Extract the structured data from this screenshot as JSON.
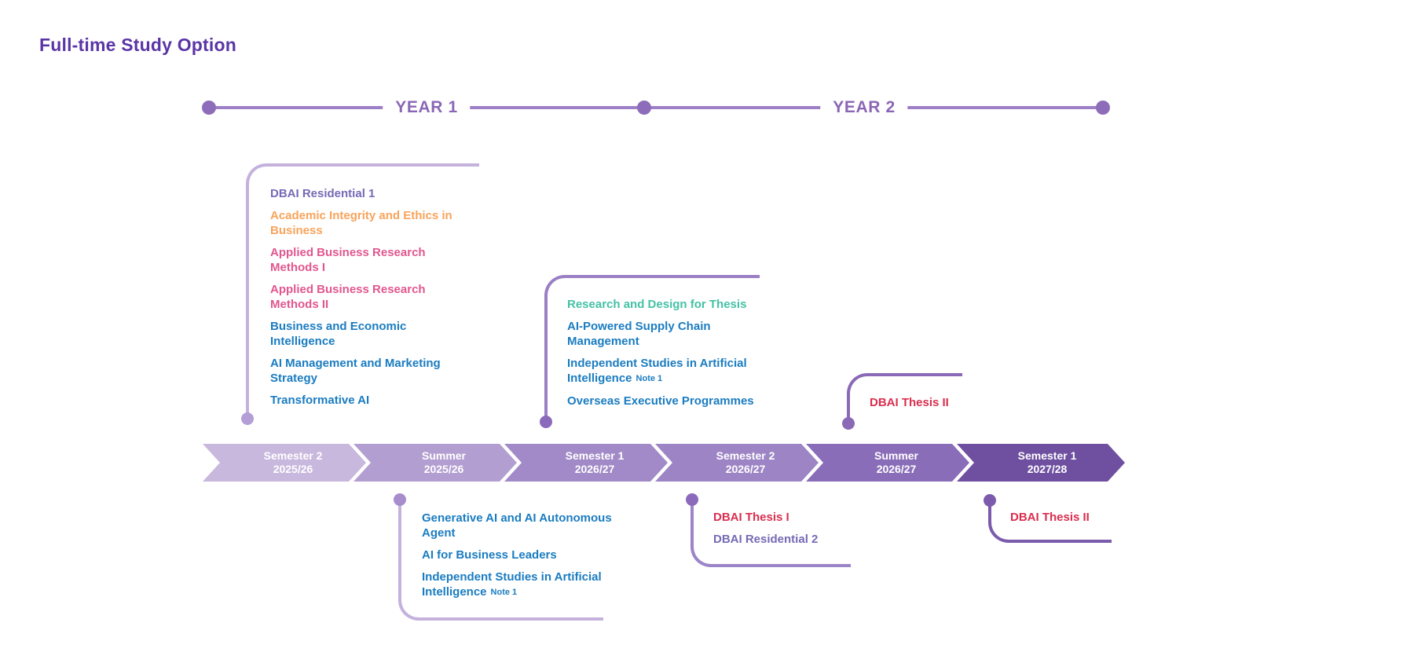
{
  "title": "Full-time Study Option",
  "colors": {
    "title": "#5a35a6",
    "axis_line": "#9d7fc7",
    "axis_dot": "#8d6cba",
    "year_label": "#8a66b6",
    "course_blue": "#1a7cc1",
    "course_pink": "#e1568f",
    "course_orange": "#f8a45b",
    "course_slate_purple": "#756ab5",
    "course_teal": "#44c1a5",
    "course_red": "#da2e4f"
  },
  "year_axis": {
    "year1_label": "YEAR 1",
    "year2_label": "YEAR 2"
  },
  "chevrons": [
    {
      "line1": "Semester 2",
      "line2": "2025/26",
      "color": "#c8b8dd"
    },
    {
      "line1": "Summer",
      "line2": "2025/26",
      "color": "#b39ed1"
    },
    {
      "line1": "Semester 1",
      "line2": "2026/27",
      "color": "#a18ac7"
    },
    {
      "line1": "Semester 2",
      "line2": "2026/27",
      "color": "#9d84c5"
    },
    {
      "line1": "Summer",
      "line2": "2026/27",
      "color": "#8a6db8"
    },
    {
      "line1": "Semester 1",
      "line2": "2027/28",
      "color": "#6f4fa0"
    }
  ],
  "blocks": {
    "sem2_2526": {
      "color": "#c4b2dd",
      "dot": "#b49ed6",
      "items": [
        {
          "text": "DBAI Residential 1",
          "color": "#756ab5"
        },
        {
          "text": "Academic Integrity and Ethics in\nBusiness",
          "color": "#f8a45b"
        },
        {
          "text": "Applied Business Research\nMethods I",
          "color": "#e1568f"
        },
        {
          "text": "Applied Business Research\nMethods II",
          "color": "#e1568f"
        },
        {
          "text": "Business and Economic\nIntelligence",
          "color": "#1a7cc1"
        },
        {
          "text": "AI Management and Marketing\nStrategy",
          "color": "#1a7cc1"
        },
        {
          "text": "Transformative AI",
          "color": "#1a7cc1"
        }
      ]
    },
    "sem1_2627": {
      "color": "#9b7fc5",
      "dot": "#8b6abc",
      "items": [
        {
          "text": "Research and Design for Thesis",
          "color": "#44c1a5"
        },
        {
          "text": "AI-Powered Supply Chain\nManagement",
          "color": "#1a7cc1"
        },
        {
          "text": "Independent Studies in Artificial\nIntelligence",
          "note": "Note 1",
          "color": "#1a7cc1"
        },
        {
          "text": "Overseas Executive Programmes",
          "color": "#1a7cc1"
        }
      ]
    },
    "summer_2627": {
      "color": "#8a69b6",
      "dot": "#8a69b6",
      "items": [
        {
          "text": "DBAI Thesis II",
          "color": "#da2e4f"
        }
      ]
    },
    "summer_2526": {
      "color": "#c4b2dd",
      "dot": "#a78dcc",
      "items": [
        {
          "text": "Generative AI and AI Autonomous\nAgent",
          "color": "#1a7cc1"
        },
        {
          "text": "AI for Business Leaders",
          "color": "#1a7cc1"
        },
        {
          "text": "Independent Studies in Artificial\nIntelligence",
          "note": "Note 1",
          "color": "#1a7cc1"
        }
      ]
    },
    "sem2_2627": {
      "color": "#9b84c8",
      "dot": "#8b6abc",
      "items": [
        {
          "text": "DBAI Thesis I",
          "color": "#da2e4f"
        },
        {
          "text": "DBAI Residential 2",
          "color": "#756ab5"
        }
      ]
    },
    "sem1_2728": {
      "color": "#7c5bad",
      "dot": "#7c5bad",
      "items": [
        {
          "text": "DBAI Thesis II",
          "color": "#da2e4f"
        }
      ]
    }
  }
}
